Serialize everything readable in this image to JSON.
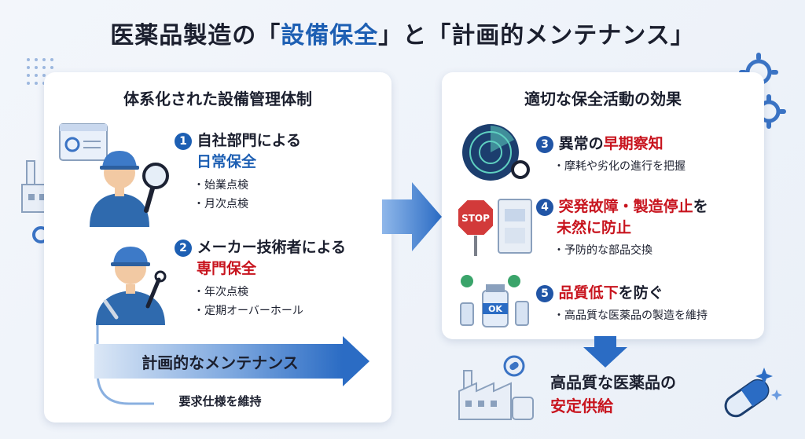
{
  "title": {
    "prefix": "医薬品製造の「",
    "highlight": "設備保全",
    "suffix": "」と「計画的メンテナンス」"
  },
  "left_panel": {
    "title": "体系化された設備管理体制",
    "item1": {
      "num": "1",
      "title_line1": "自社部門による",
      "title_line2": "日常保全",
      "bullets": [
        "始業点検",
        "月次点検"
      ]
    },
    "item2": {
      "num": "2",
      "title_line1": "メーカー技術者による",
      "title_line2": "専門保全",
      "bullets": [
        "年次点検",
        "定期オーバーホール"
      ]
    },
    "plan": {
      "label": "計画的なメンテナンス",
      "sub": "要求仕様を維持"
    }
  },
  "right_panel": {
    "title": "適切な保全活動の効果",
    "item3": {
      "num": "3",
      "title_a": "異常の",
      "title_b": "早期察知",
      "bullets": [
        "摩耗や劣化の進行を把握"
      ]
    },
    "item4": {
      "num": "4",
      "line1_a": "突発故障・製造停止",
      "line1_b": "を",
      "line2_a": "未然に防止",
      "bullets": [
        "予防的な部品交換"
      ]
    },
    "item5": {
      "num": "5",
      "title_a": "品質低下",
      "title_b": "を防ぐ",
      "bullets": [
        "高品質な医薬品の製造を維持"
      ]
    }
  },
  "final": {
    "line1": "高品質な医薬品の",
    "line2": "安定供給"
  },
  "icons": {
    "stop_sign": "STOP",
    "bottle_label": "OK"
  },
  "colors": {
    "accent_blue": "#1d5fb3",
    "accent_red": "#c8141e"
  }
}
